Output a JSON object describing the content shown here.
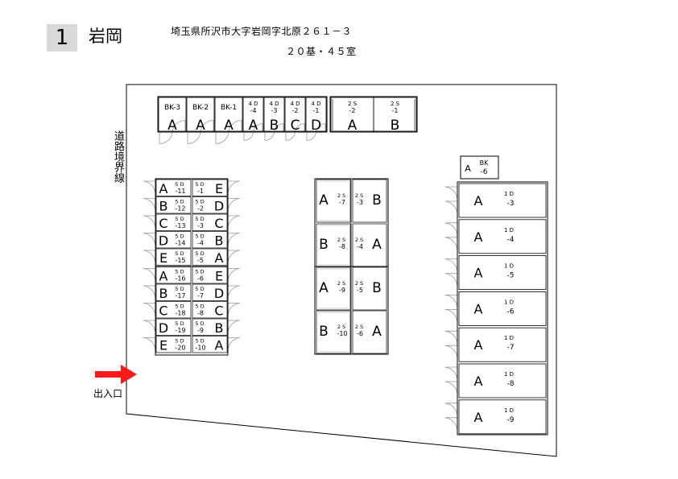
{
  "header": {
    "site_number": "1",
    "site_name": "岩岡",
    "address": "埼玉県所沢市大字岩岡字北原２６１－３",
    "capacity": "２０基・４５室"
  },
  "labels": {
    "road_boundary": "道路境界線",
    "entrance": "出入口"
  },
  "colors": {
    "arrow": "#ff1a1a",
    "line": "#000000",
    "door": "#999999"
  },
  "units": {
    "top_row": [
      {
        "code": "BK-3",
        "room": "A"
      },
      {
        "code": "BK-2",
        "room": "A"
      },
      {
        "code": "BK-1",
        "room": "A"
      },
      {
        "code_line1": "4 D",
        "code_line2": "-4",
        "room": "A"
      },
      {
        "code_line1": "4 D",
        "code_line2": "-3",
        "room": "B"
      },
      {
        "code_line1": "4 D",
        "code_line2": "-2",
        "room": "C"
      },
      {
        "code_line1": "4 D",
        "code_line2": "-1",
        "room": "D"
      },
      {
        "code_line1": "2 S",
        "code_line2": "-2",
        "room": "A"
      },
      {
        "code_line1": "2 S",
        "code_line2": "-1",
        "room": "B"
      }
    ],
    "bk6": {
      "room": "A",
      "code_line1": "BK",
      "code_line2": "-6"
    },
    "five_d_left": [
      {
        "room": "A",
        "line1": "5 D",
        "line2": "-11"
      },
      {
        "room": "B",
        "line1": "5 D",
        "line2": "-12"
      },
      {
        "room": "C",
        "line1": "5 D",
        "line2": "-13"
      },
      {
        "room": "D",
        "line1": "5 D",
        "line2": "-14"
      },
      {
        "room": "E",
        "line1": "5 D",
        "line2": "-15"
      },
      {
        "room": "A",
        "line1": "5 D",
        "line2": "-16"
      },
      {
        "room": "B",
        "line1": "5 D",
        "line2": "-17"
      },
      {
        "room": "C",
        "line1": "5 D",
        "line2": "-18"
      },
      {
        "room": "D",
        "line1": "5 D",
        "line2": "-19"
      },
      {
        "room": "E",
        "line1": "5 D",
        "line2": "-20"
      }
    ],
    "five_d_right": [
      {
        "room": "E",
        "line1": "5 D",
        "line2": "-1"
      },
      {
        "room": "D",
        "line1": "5 D",
        "line2": "-2"
      },
      {
        "room": "C",
        "line1": "5 D",
        "line2": "-3"
      },
      {
        "room": "B",
        "line1": "5 D",
        "line2": "-4"
      },
      {
        "room": "A",
        "line1": "5 D",
        "line2": "-5"
      },
      {
        "room": "E",
        "line1": "5 D",
        "line2": "-6"
      },
      {
        "room": "D",
        "line1": "5 D",
        "line2": "-7"
      },
      {
        "room": "C",
        "line1": "5 D",
        "line2": "-8"
      },
      {
        "room": "B",
        "line1": "5 D",
        "line2": "-9"
      },
      {
        "room": "A",
        "line1": "5 D",
        "line2": "-10"
      }
    ],
    "two_s_left": [
      {
        "room": "A",
        "line1": "2 S",
        "line2": "-7"
      },
      {
        "room": "B",
        "line1": "2 S",
        "line2": "-8"
      },
      {
        "room": "A",
        "line1": "2 S",
        "line2": "-9"
      },
      {
        "room": "B",
        "line1": "2 S",
        "line2": "-10"
      }
    ],
    "two_s_right": [
      {
        "room": "B",
        "line1": "2 S",
        "line2": "-3"
      },
      {
        "room": "A",
        "line1": "2 S",
        "line2": "-4"
      },
      {
        "room": "B",
        "line1": "2 S",
        "line2": "-5"
      },
      {
        "room": "A",
        "line1": "2 S",
        "line2": "-6"
      }
    ],
    "one_d": [
      {
        "room": "A",
        "line1": "1 D",
        "line2": "-3"
      },
      {
        "room": "A",
        "line1": "1 D",
        "line2": "-4"
      },
      {
        "room": "A",
        "line1": "1 D",
        "line2": "-5"
      },
      {
        "room": "A",
        "line1": "1 D",
        "line2": "-6"
      },
      {
        "room": "A",
        "line1": "1 D",
        "line2": "-7"
      },
      {
        "room": "A",
        "line1": "1 D",
        "line2": "-8"
      },
      {
        "room": "A",
        "line1": "1 D",
        "line2": "-9"
      }
    ]
  }
}
